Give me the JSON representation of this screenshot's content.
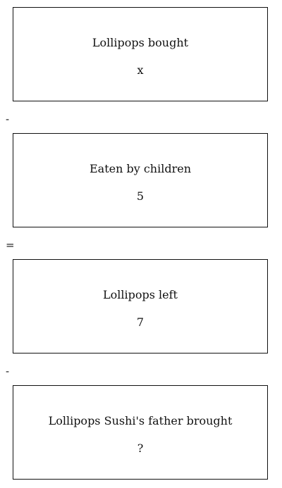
{
  "boxes": [
    {
      "label": "Lollipops bought",
      "value": "x"
    },
    {
      "label": "Eaten by children",
      "value": "5"
    },
    {
      "label": "Lollipops left",
      "value": "7"
    },
    {
      "label": "Lollipops Sushi's father brought",
      "value": "?"
    }
  ],
  "operators": [
    "-",
    "=",
    "-"
  ]
}
